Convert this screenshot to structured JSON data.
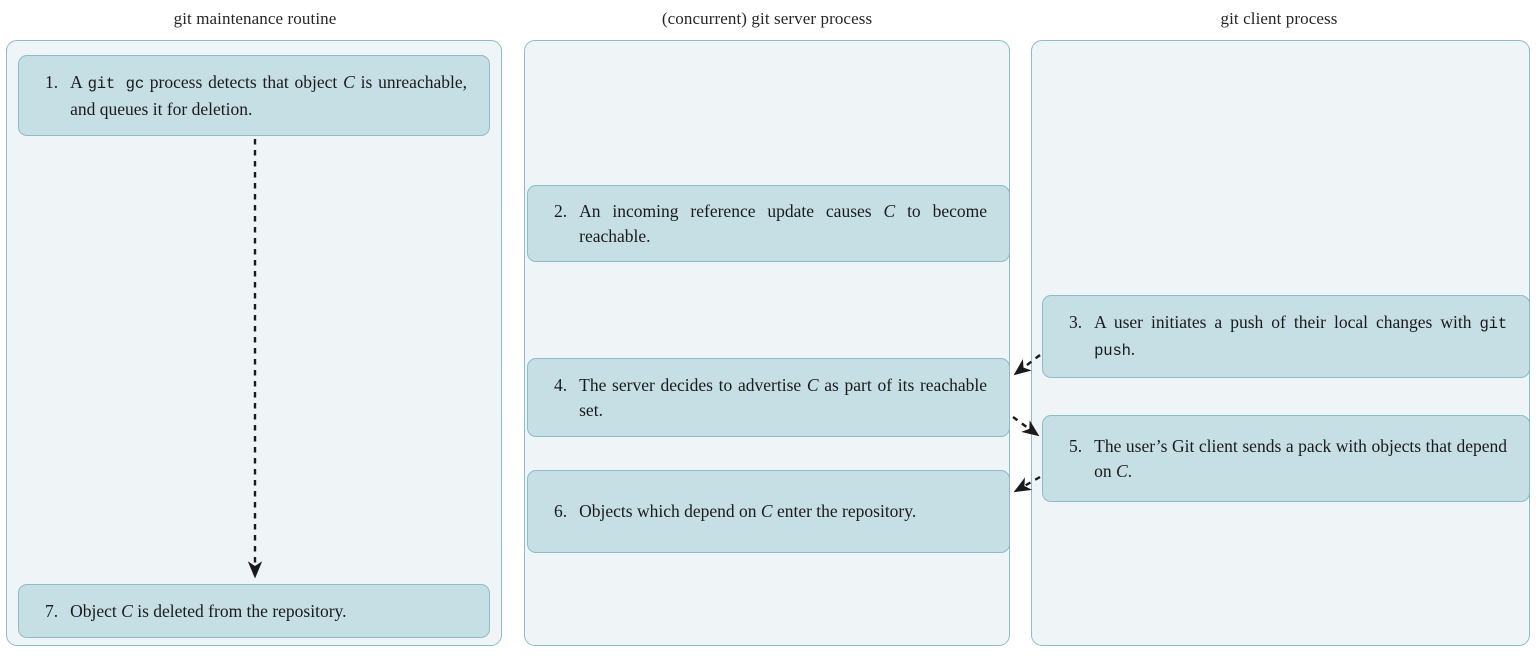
{
  "diagram": {
    "title": "git object deletion race condition swimlane",
    "colors": {
      "lane_fill": "#eff5f7",
      "lane_border": "#8dbcc9",
      "step_fill": "#c6dfe5",
      "step_border": "#8dbcc9",
      "arrow": "#1a1a1a",
      "page_background": "#ffffff"
    },
    "columns": [
      {
        "id": "maintenance",
        "title": "git maintenance routine"
      },
      {
        "id": "server",
        "title": "(concurrent) git server process"
      },
      {
        "id": "client",
        "title": "git client process"
      }
    ],
    "steps": [
      {
        "id": "step1",
        "column": "maintenance",
        "number": "1.",
        "text_plain": "A git gc process detects that object C is unreachable, and queues it for deletion.",
        "parts": [
          {
            "type": "text",
            "value": "A "
          },
          {
            "type": "mono",
            "value": "git gc"
          },
          {
            "type": "text",
            "value": " process detects that object "
          },
          {
            "type": "math",
            "value": "C"
          },
          {
            "type": "text",
            "value": " is unreachable, and queues it for deletion."
          }
        ]
      },
      {
        "id": "step2",
        "column": "server",
        "number": "2.",
        "text_plain": "An incoming reference update causes C to become reachable.",
        "parts": [
          {
            "type": "text",
            "value": "An incoming reference update causes "
          },
          {
            "type": "math",
            "value": "C"
          },
          {
            "type": "text",
            "value": " to become reachable."
          }
        ]
      },
      {
        "id": "step3",
        "column": "client",
        "number": "3.",
        "text_plain": "A user initiates a push of their local changes with git push.",
        "parts": [
          {
            "type": "text",
            "value": "A user initiates a push of their local changes with "
          },
          {
            "type": "mono",
            "value": "git push"
          },
          {
            "type": "text",
            "value": "."
          }
        ]
      },
      {
        "id": "step4",
        "column": "server",
        "number": "4.",
        "text_plain": "The server decides to advertise C as part of its reachable set.",
        "parts": [
          {
            "type": "text",
            "value": "The server decides to advertise "
          },
          {
            "type": "math",
            "value": "C"
          },
          {
            "type": "text",
            "value": " as part of its reachable set."
          }
        ]
      },
      {
        "id": "step5",
        "column": "client",
        "number": "5.",
        "text_plain": "The user's Git client sends a pack with objects that depend on C.",
        "parts": [
          {
            "type": "text",
            "value": "The user’s Git client sends a pack with ob­jects that depend on "
          },
          {
            "type": "math",
            "value": "C"
          },
          {
            "type": "text",
            "value": "."
          }
        ]
      },
      {
        "id": "step6",
        "column": "server",
        "number": "6.",
        "text_plain": "Objects which depend on C enter the repository.",
        "parts": [
          {
            "type": "text",
            "value": "Objects which depend on "
          },
          {
            "type": "math",
            "value": "C"
          },
          {
            "type": "text",
            "value": " enter the reposi­tory."
          }
        ]
      },
      {
        "id": "step7",
        "column": "maintenance",
        "number": "7.",
        "text_plain": "Object C is deleted from the repository.",
        "parts": [
          {
            "type": "text",
            "value": "Object "
          },
          {
            "type": "math",
            "value": "C"
          },
          {
            "type": "text",
            "value": " is deleted from the repository."
          }
        ]
      }
    ],
    "arrows": [
      {
        "id": "arrow-1-to-7",
        "from": "step1",
        "to": "step7",
        "style": "dashed",
        "direction": "down"
      },
      {
        "id": "arrow-3-to-4",
        "from": "step3",
        "to": "step4",
        "style": "dashed",
        "direction": "left"
      },
      {
        "id": "arrow-4-to-5",
        "from": "step4",
        "to": "step5",
        "style": "dashed",
        "direction": "right"
      },
      {
        "id": "arrow-5-to-6",
        "from": "step5",
        "to": "step6",
        "style": "dashed",
        "direction": "left"
      }
    ]
  }
}
